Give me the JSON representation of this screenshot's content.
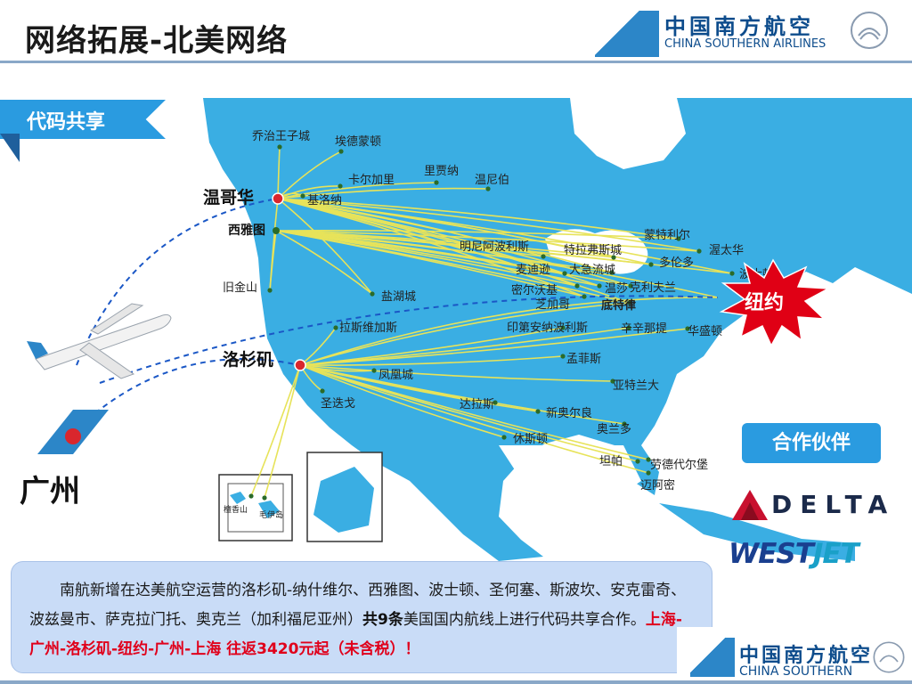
{
  "header": {
    "title": "网络拓展-北美网络",
    "logo_zh": "中国南方航空",
    "logo_en": "CHINA SOUTHERN AIRLINES"
  },
  "badge": {
    "label": "代码共享"
  },
  "origin": {
    "label": "广州"
  },
  "map": {
    "hubs": [
      {
        "label": "温哥华"
      },
      {
        "label": "西雅图"
      },
      {
        "label": "洛杉矶"
      }
    ],
    "cities": [
      {
        "label": "乔治王子城"
      },
      {
        "label": "埃德蒙顿"
      },
      {
        "label": "卡尔加里"
      },
      {
        "label": "里贾纳"
      },
      {
        "label": "温尼伯"
      },
      {
        "label": "基洛纳"
      },
      {
        "label": "明尼阿波利斯"
      },
      {
        "label": "特拉弗斯城"
      },
      {
        "label": "蒙特利尔"
      },
      {
        "label": "渥太华"
      },
      {
        "label": "多伦多"
      },
      {
        "label": "麦迪逊"
      },
      {
        "label": "大急流城"
      },
      {
        "label": "波士顿"
      },
      {
        "label": "密尔沃基"
      },
      {
        "label": "温莎"
      },
      {
        "label": "克利夫兰"
      },
      {
        "label": "芝加哥"
      },
      {
        "label": "底特律"
      },
      {
        "label": "旧金山"
      },
      {
        "label": "盐湖城"
      },
      {
        "label": "拉斯维加斯"
      },
      {
        "label": "印第安纳波利斯"
      },
      {
        "label": "辛辛那提"
      },
      {
        "label": "华盛顿"
      },
      {
        "label": "孟菲斯"
      },
      {
        "label": "凤凰城"
      },
      {
        "label": "亚特兰大"
      },
      {
        "label": "圣迭戈"
      },
      {
        "label": "达拉斯"
      },
      {
        "label": "新奥尔良"
      },
      {
        "label": "奥兰多"
      },
      {
        "label": "休斯顿"
      },
      {
        "label": "坦帕"
      },
      {
        "label": "劳德代尔堡"
      },
      {
        "label": "迈阿密"
      },
      {
        "label": "檀香山"
      },
      {
        "label": "毛伊岛"
      }
    ],
    "destination": {
      "label": "纽约"
    }
  },
  "partners": {
    "button_label": "合作伙伴",
    "delta": "DELTA",
    "westjet_a": "WEST",
    "westjet_b": "JET"
  },
  "note": {
    "text_a": "南航新增在达美航空运营的洛杉矶-纳什维尔、西雅图、波士顿、圣何塞、斯波坎、安克雷奇、波兹曼市、萨克拉门托、奥克兰（加利福尼亚州）",
    "text_bold": "共9条",
    "text_b": "美国国内航线上进行代码共享合作。",
    "text_red": "上海-广州-洛杉矶-纽约-广州-上海 往返3420元起（未含税）！"
  },
  "footer": {
    "logo_zh": "中国南方航空",
    "logo_en": "CHINA SOUTHERN"
  },
  "colors": {
    "ocean": "#ffffff",
    "land": "#3aaee3",
    "route": "#e7e35a",
    "accent_blue": "#2a9be0",
    "hub_red": "#d9262d",
    "burst_red": "#e00015"
  }
}
